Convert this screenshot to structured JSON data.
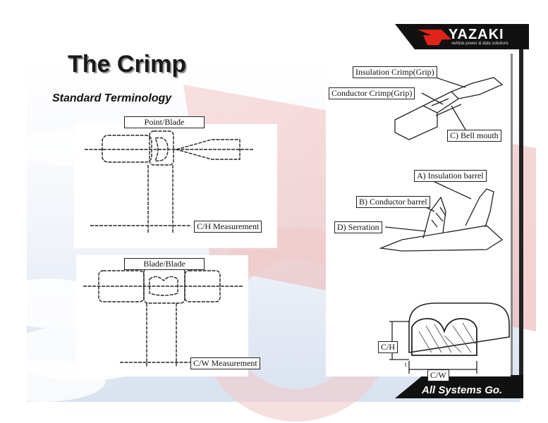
{
  "slide": {
    "title": "The Crimp",
    "subtitle": "Standard Terminology"
  },
  "brand": {
    "name": "YAZAKI",
    "tagline": "vehicle power & data solutions",
    "slogan": "All Systems Go.",
    "colors": {
      "red": "#e2231a",
      "black": "#111111",
      "white": "#ffffff"
    }
  },
  "figures": {
    "point_blade": {
      "heading": "Point/Blade",
      "measurement": "C/H Measurement"
    },
    "blade_blade": {
      "heading": "Blade/Blade",
      "measurement": "C/W Measurement"
    },
    "terminal": {
      "insulation_crimp": "Insulation Crimp(Grip)",
      "conductor_crimp": "Conductor Crimp(Grip)",
      "bell_mouth": "C) Bell mouth"
    },
    "barrel": {
      "insulation_barrel": "A) Insulation barrel",
      "conductor_barrel": "B) Conductor barrel",
      "serration": "D) Serration"
    },
    "cross_section": {
      "height": "C/H",
      "width": "C/W",
      "thickness": "t"
    }
  }
}
